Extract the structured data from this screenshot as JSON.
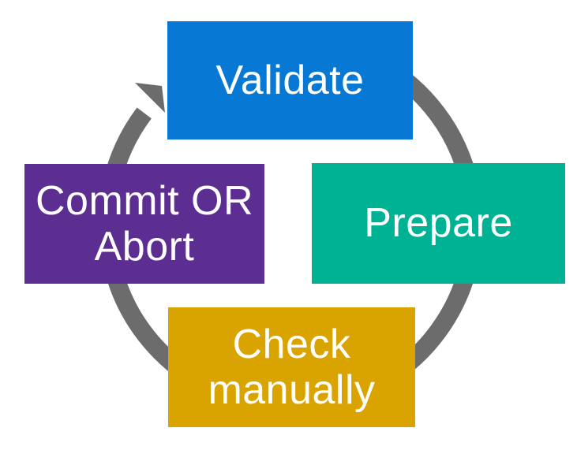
{
  "diagram": {
    "type": "cycle",
    "direction": "clockwise",
    "background": "#ffffff",
    "text_color": "#ffffff",
    "arrow_color": "#6c6c6c",
    "nodes": [
      {
        "id": "validate",
        "label": "Validate",
        "color": "#0778d4",
        "position": "top"
      },
      {
        "id": "prepare",
        "label": "Prepare",
        "color": "#00b294",
        "position": "right"
      },
      {
        "id": "check-manually",
        "label": "Check\nmanually",
        "color": "#d9a300",
        "position": "bottom"
      },
      {
        "id": "commit-or-abort",
        "label": "Commit OR\nAbort",
        "color": "#5d2e91",
        "position": "left"
      }
    ]
  }
}
